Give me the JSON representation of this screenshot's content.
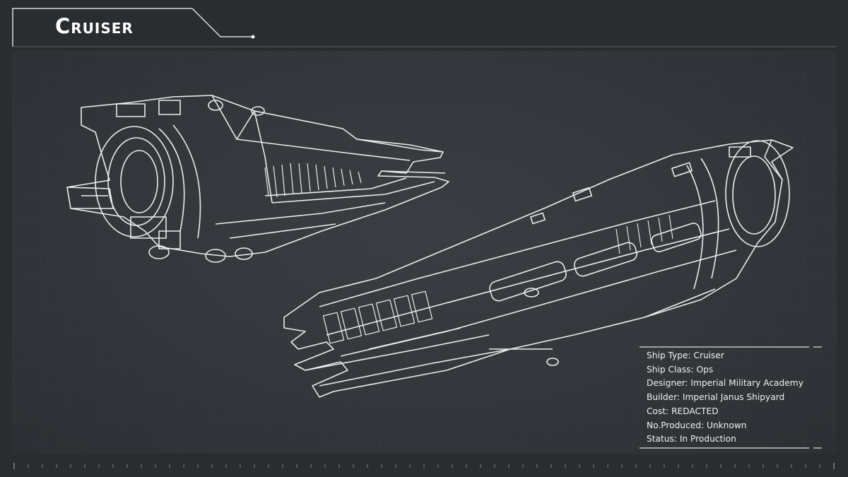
{
  "header": {
    "title": "Cruiser"
  },
  "specs": {
    "ship_type": "Ship Type: Cruiser",
    "ship_class": "Ship Class: Ops",
    "designer": "Designer: Imperial Military Academy",
    "builder": "Builder: Imperial Janus Shipyard",
    "cost": "Cost: REDACTED",
    "produced": "No.Produced: Unknown",
    "status": "Status: In Production"
  },
  "colors": {
    "background": "#2a2d30",
    "panel": "#34383c",
    "line": "#e6e6e6"
  }
}
